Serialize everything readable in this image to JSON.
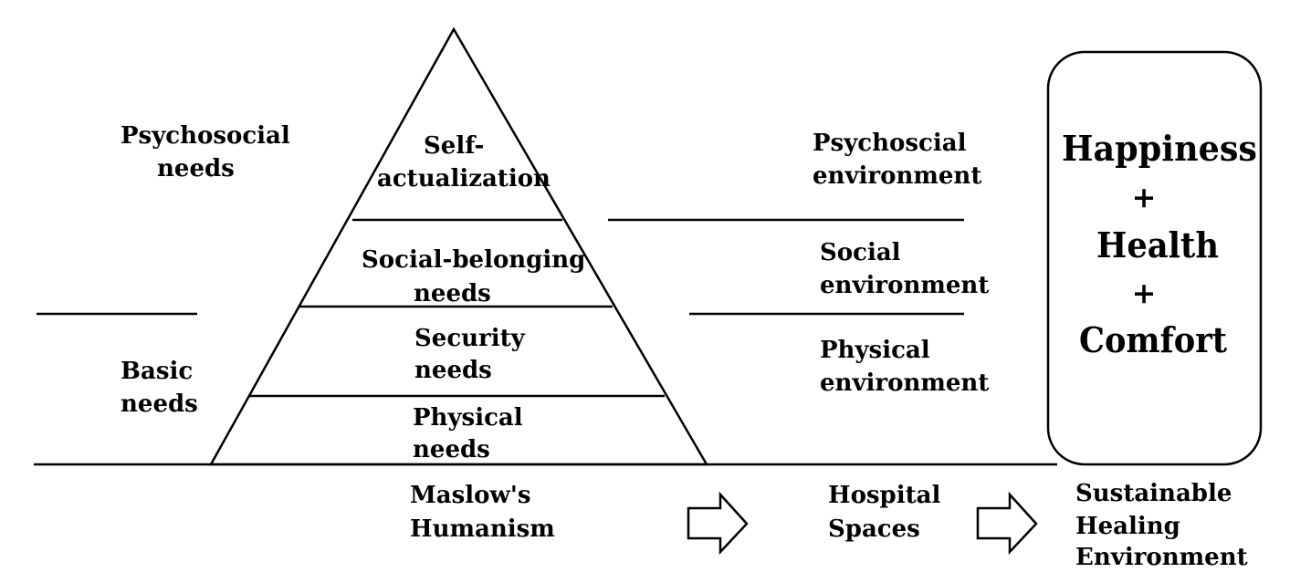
{
  "left_labels": {
    "psychosocial": [
      "Psychosocial",
      "needs"
    ],
    "basic": [
      "Basic",
      "needs"
    ]
  },
  "pyramid_levels": {
    "self_actualization": [
      "Self-",
      "actualization"
    ],
    "social_belonging": [
      "Social-belonging",
      "needs"
    ],
    "security": [
      "Security",
      "needs"
    ],
    "physical": [
      "Physical",
      "needs"
    ]
  },
  "environments": {
    "psychosocial": [
      "Psychoscial",
      "environment"
    ],
    "social": [
      "Social",
      "environment"
    ],
    "physical": [
      "Physical",
      "environment"
    ]
  },
  "outcome": {
    "happiness": "Happiness",
    "plus_1": "+",
    "health": "Health",
    "plus_2": "+",
    "comfort": "Comfort"
  },
  "bottom_labels": {
    "maslow": [
      "Maslow's",
      "Humanism"
    ],
    "hospital": [
      "Hospital",
      "Spaces"
    ],
    "sustainable": [
      "Sustainable",
      "Healing",
      "Environment"
    ]
  },
  "icons": {
    "arrow_1": "right-arrow-icon",
    "arrow_2": "right-arrow-icon"
  }
}
